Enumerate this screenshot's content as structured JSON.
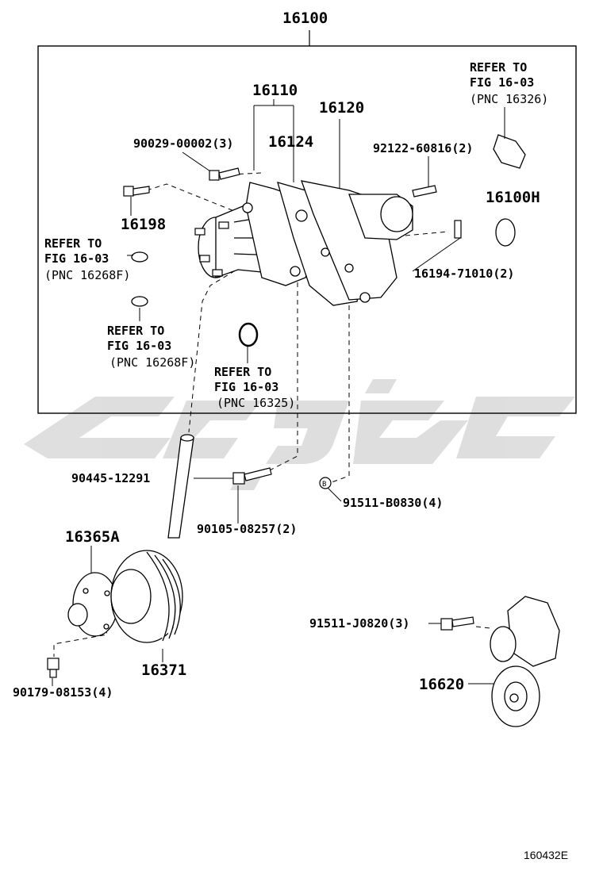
{
  "watermark": {
    "color": "#d9d9d9"
  },
  "labels": {
    "l16100": "16100",
    "l16110": "16110",
    "l16120": "16120",
    "l16124": "16124",
    "l90029": "90029-00002(3)",
    "l92122": "92122-60816(2)",
    "l16198": "16198",
    "l16100H": "16100H",
    "l16194": "16194-71010(2)",
    "ref1": {
      "a": "REFER TO",
      "b": "FIG 16-03",
      "c": "(PNC 16326)"
    },
    "ref2": {
      "a": "REFER TO",
      "b": "FIG 16-03",
      "c": "(PNC 16268F)"
    },
    "ref3": {
      "a": "REFER TO",
      "b": "FIG 16-03",
      "c": "(PNC 16268F)"
    },
    "ref4": {
      "a": "REFER TO",
      "b": "FIG 16-03",
      "c": "(PNC 16325)"
    },
    "l90445": "90445-12291",
    "l90105": "90105-08257(2)",
    "l91511b": "91511-B0830(4)",
    "l16365A": "16365A",
    "l16371": "16371",
    "l90179": "90179-08153(4)",
    "l91511j": "91511-J0820(3)",
    "l16620": "16620",
    "figcode": "160432E"
  }
}
